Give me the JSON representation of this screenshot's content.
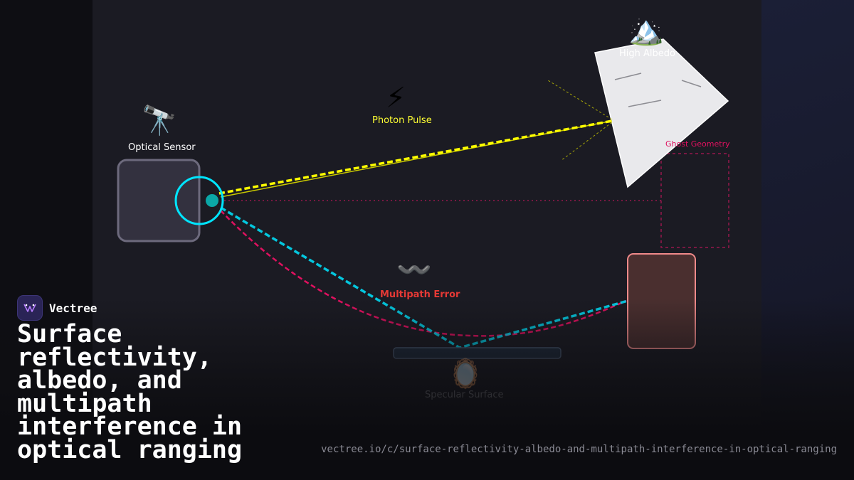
{
  "diagram": {
    "sensor": {
      "icon": "telescope-icon",
      "emoji": "🔭",
      "label": "Optical Sensor"
    },
    "pulse": {
      "icon": "lightning-icon",
      "emoji": "⚡",
      "label": "Photon Pulse"
    },
    "target": {
      "icon": "snow-mountain-icon",
      "emoji": "🏔️",
      "label": "High Albedo"
    },
    "ghost": {
      "label": "Ghost Geometry"
    },
    "multipath": {
      "icon": "wavy-line-icon",
      "emoji": "〰️",
      "label": "Multipath Error"
    },
    "specular": {
      "icon": "mirror-icon",
      "emoji": "🪞",
      "label": "Specular Surface"
    },
    "colors": {
      "beam_direct": "#ffff00",
      "beam_multipath": "#00e5ff",
      "beam_ghost": "#e0115f",
      "label_pulse": "#ffff33",
      "label_multipath": "#e53935",
      "label_ghost": "#e0115f"
    }
  },
  "brand": {
    "name": "Vectree"
  },
  "title": "Surface reflectivity, albedo, and multipath interference in optical ranging",
  "url": "vectree.io/c/surface-reflectivity-albedo-and-multipath-interference-in-optical-ranging"
}
